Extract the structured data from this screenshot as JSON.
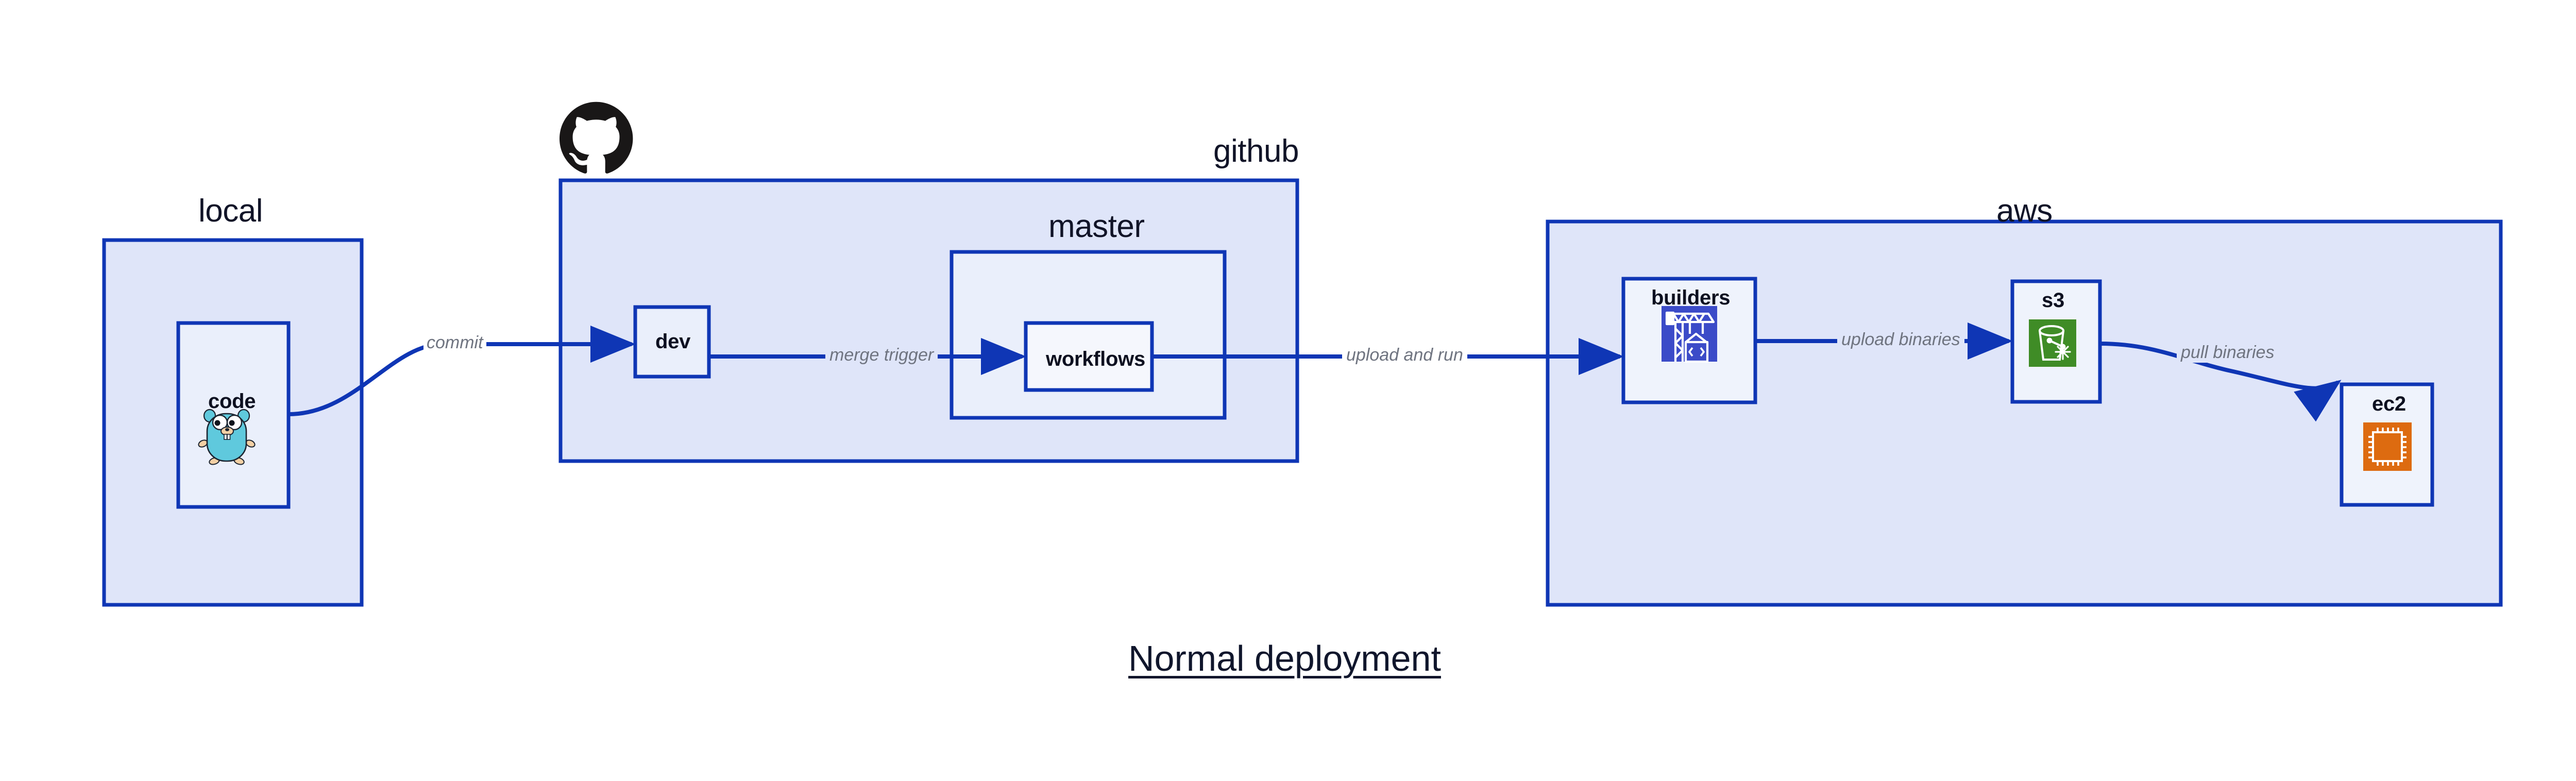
{
  "title": "Normal deployment",
  "theme": {
    "border_blue": "#0f36b5",
    "zone_fill": "#dfe5f9",
    "node_fill": "#eaeffb",
    "node_fill_light": "#f3f6fd",
    "label_dark": "#111428",
    "edge_label_gray": "#6f7480",
    "builders_icon_bg": "#3b4bc8",
    "s3_icon_bg": "#3f8c26",
    "ec2_icon_bg": "#dd6b10",
    "gopher_body": "#5fc9dd",
    "gopher_limb": "#f3d0a4",
    "github_logo": "#191717",
    "page_bg": "#ffffff"
  },
  "zones": [
    {
      "id": "local",
      "label": "local"
    },
    {
      "id": "github",
      "label": "github"
    },
    {
      "id": "master",
      "label": "master"
    },
    {
      "id": "aws",
      "label": "aws"
    }
  ],
  "nodes": [
    {
      "id": "code",
      "label": "code",
      "icon": "go-gopher-icon"
    },
    {
      "id": "dev",
      "label": "dev",
      "icon": "none"
    },
    {
      "id": "workflows",
      "label": "workflows",
      "icon": "none"
    },
    {
      "id": "builders",
      "label": "builders",
      "icon": "crane-code-icon"
    },
    {
      "id": "s3",
      "label": "s3",
      "icon": "s3-bucket-icon"
    },
    {
      "id": "ec2",
      "label": "ec2",
      "icon": "cpu-chip-icon"
    }
  ],
  "edges": [
    {
      "id": "commit",
      "label": "commit",
      "from": "code",
      "to": "dev",
      "style": "curved"
    },
    {
      "id": "merge-trigger",
      "label": "merge trigger",
      "from": "dev",
      "to": "workflows",
      "style": "straight"
    },
    {
      "id": "upload-and-run",
      "label": "upload and run",
      "from": "workflows",
      "to": "builders",
      "style": "straight"
    },
    {
      "id": "upload-binaries",
      "label": "upload binaries",
      "from": "builders",
      "to": "s3",
      "style": "straight"
    },
    {
      "id": "pull-binaries",
      "label": "pull binaries",
      "from": "s3",
      "to": "ec2",
      "style": "curved"
    }
  ],
  "logos": [
    {
      "id": "github-octocat",
      "name": "github-octocat-icon"
    }
  ]
}
